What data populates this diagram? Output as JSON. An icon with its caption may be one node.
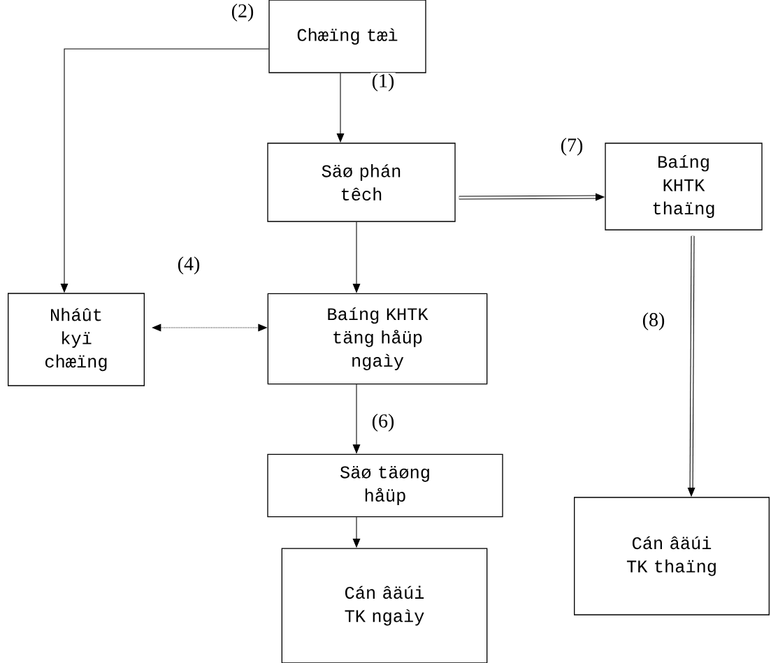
{
  "diagram": {
    "nodes": [
      {
        "text": [
          "Chæïng tæì"
        ]
      },
      {
        "text": [
          "Säø phán têch"
        ]
      },
      {
        "text": [
          "Baíng KHTK thaïng"
        ]
      },
      {
        "text": [
          "Nháût kyï chæïng"
        ]
      },
      {
        "text": [
          "Baíng KHTK täng håüp ngaìy"
        ]
      },
      {
        "text": [
          "Säø täøng håüp"
        ]
      },
      {
        "text": [
          "Cán âäúi TK ngaìy"
        ]
      },
      {
        "text": [
          "Cán âäúi TK thaïng"
        ]
      }
    ],
    "edges": [
      {
        "from": 0,
        "to": 1,
        "arrow": "to",
        "label": "(1)"
      },
      {
        "from": 0,
        "to": 3,
        "arrow": "to",
        "label": "(2)"
      },
      {
        "from": 1,
        "to": 4,
        "arrow": "to"
      },
      {
        "from": 3,
        "to": 4,
        "arrow": "both",
        "label": "(4)",
        "style": "dashed"
      },
      {
        "from": 1,
        "to": 2,
        "arrow": "to",
        "label": "(7)",
        "style": "thick"
      },
      {
        "from": 2,
        "to": 7,
        "arrow": "to",
        "label": "(8)",
        "style": "thick"
      },
      {
        "from": 4,
        "to": 5,
        "arrow": "to",
        "label": "(6)"
      },
      {
        "from": 5,
        "to": 6,
        "arrow": "to"
      }
    ]
  }
}
